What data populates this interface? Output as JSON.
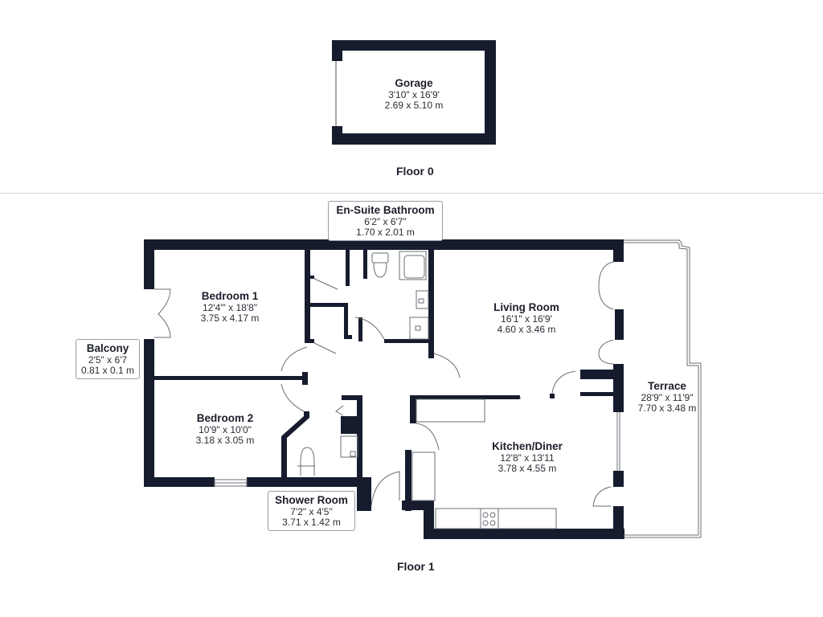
{
  "colors": {
    "wall": "#161c2d",
    "text": "#1c1f2a",
    "background": "#ffffff",
    "divider": "#d6d7da"
  },
  "floors": [
    {
      "name": "Floor 0",
      "rooms": [
        {
          "name": "Gorage",
          "imperial": "3'10\" x 16'9'",
          "metric": "2.69 x 5.10 m"
        }
      ]
    },
    {
      "name": "Floor 1",
      "rooms": [
        {
          "name": "En-Suite Bathroom",
          "imperial": "6'2\" x 6'7\"",
          "metric": "1.70 x 2.01 m"
        },
        {
          "name": "Bedroom 1",
          "imperial": "12'4\"' x 18'8\"",
          "metric": "3.75 x 4.17 m"
        },
        {
          "name": "Balcony",
          "imperial": "2'5\" x 6'7",
          "metric": "0.81 x 0.1 m"
        },
        {
          "name": "Bedroom 2",
          "imperial": "10'9\" x 10'0\"",
          "metric": "3.18 x 3.05 m"
        },
        {
          "name": "Shower Room",
          "imperial": "7'2\" x 4'5\"",
          "metric": "3.71 x 1.42 m"
        },
        {
          "name": "Living Room",
          "imperial": "16'1\" x 16'9'",
          "metric": "4.60 x 3.46 m"
        },
        {
          "name": "Kitchen/Diner",
          "imperial": "12'8\" x 13'11",
          "metric": "3.78 x 4.55 m"
        },
        {
          "name": "Terrace",
          "imperial": "28'9\" x 11'9\"",
          "metric": "7.70 x 3.48 m"
        }
      ]
    }
  ]
}
